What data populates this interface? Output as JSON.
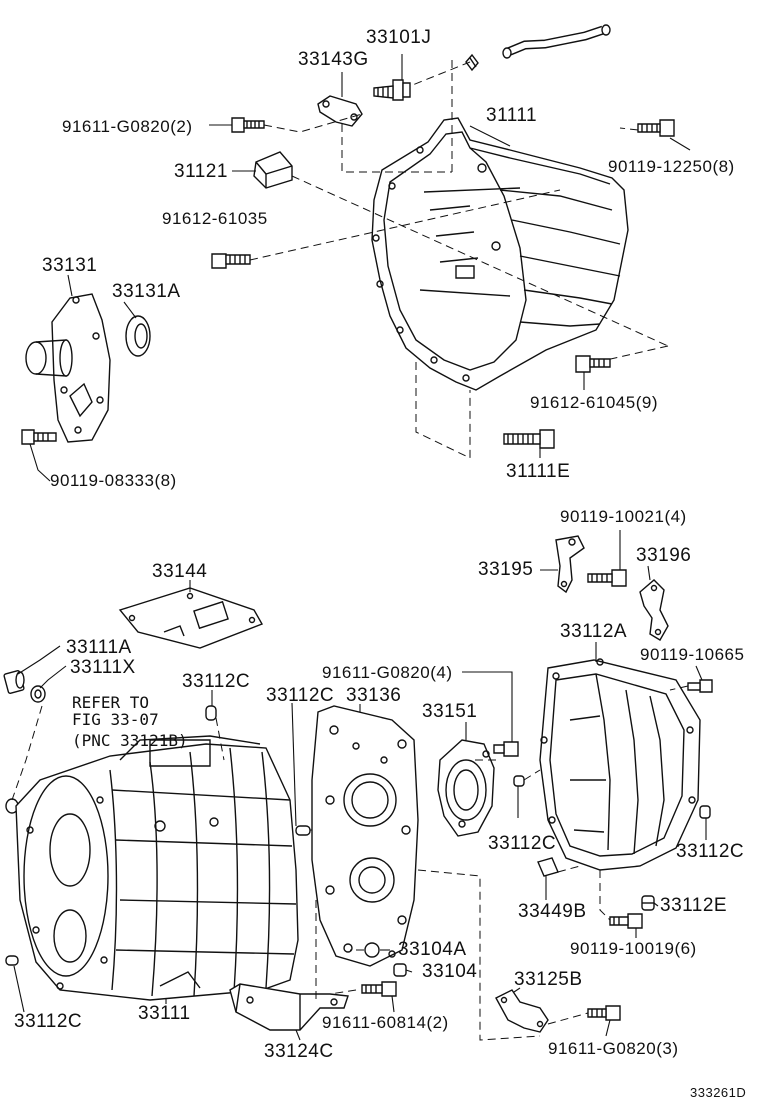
{
  "labels": {
    "p33101J": "33101J",
    "p33143G": "33143G",
    "p91611_G0820_2": "91611-G0820(2)",
    "p31111": "31111",
    "p90119_12250_8": "90119-12250(8)",
    "p31121": "31121",
    "p91612_61035": "91612-61035",
    "p33131": "33131",
    "p33131A": "33131A",
    "p91612_61045_9": "91612-61045(9)",
    "p90119_08333_8": "90119-08333(8)",
    "p31111E": "31111E",
    "p90119_10021_4": "90119-10021(4)",
    "p33195": "33195",
    "p33196": "33196",
    "p33144": "33144",
    "p33112A": "33112A",
    "p33111A": "33111A",
    "p33111X": "33111X",
    "p91611_G0820_4": "91611-G0820(4)",
    "p90119_10665": "90119-10665",
    "p33112C_a": "33112C",
    "p33112C_b": "33112C",
    "p33136": "33136",
    "p33151": "33151",
    "p33112C_c": "33112C",
    "p33112C_d": "33112C",
    "p33449B": "33449B",
    "p33112E": "33112E",
    "p90119_10019_6": "90119-10019(6)",
    "p33104A": "33104A",
    "p33104": "33104",
    "p33125B": "33125B",
    "p33112C_e": "33112C",
    "p33111": "33111",
    "p91611_60814_2": "91611-60814(2)",
    "p91611_G0820_3": "91611-G0820(3)",
    "p33124C": "33124C"
  },
  "reference_note": {
    "line1": "REFER TO",
    "line2": "FIG 33-07",
    "line3": "(PNC 33121B)"
  },
  "diagram_code": "333261D"
}
